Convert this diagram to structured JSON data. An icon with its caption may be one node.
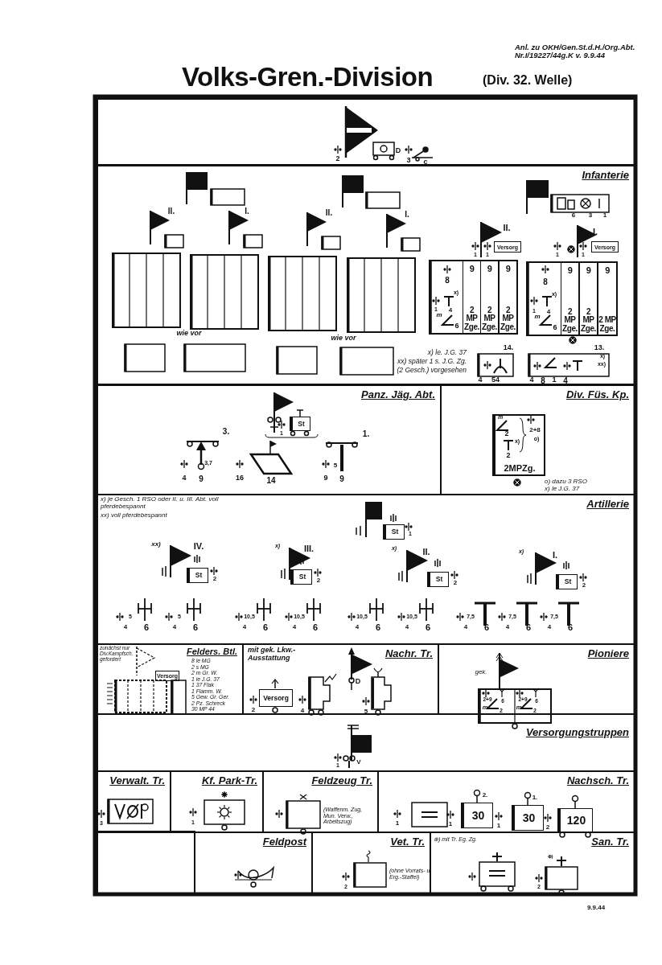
{
  "diagram": {
    "title": "Volks-Gren.-Division",
    "nodes": [
      {
        "text": [],
        "shape": "box"
      },
      {
        "text": [
          "Infanterie"
        ]
      },
      {
        "text": [
          "Panz. Jäg. Abt."
        ]
      },
      {
        "text": [
          "Div. Füs. Kp."
        ]
      },
      {
        "text": [
          "Artillerie"
        ]
      },
      {
        "text": [
          "Felders. Btl."
        ]
      },
      {
        "text": [
          "Nachr. Tr."
        ]
      },
      {
        "text": [
          "Pioniere"
        ]
      },
      {
        "text": [
          "Versorgungstruppen"
        ]
      },
      {
        "text": [
          "Verwalt. Tr."
        ],
        "in": 8
      },
      {
        "text": [
          "Kf. Park-Tr."
        ],
        "in": 8
      },
      {
        "text": [
          "Feldzeug Tr."
        ],
        "in": 8
      },
      {
        "text": [
          "Nachsch. Tr."
        ],
        "in": 8
      },
      {
        "text": [
          "Feldpost"
        ],
        "in": 8
      },
      {
        "text": [
          "Vet. Tr."
        ],
        "in": 8
      },
      {
        "text": [
          "San. Tr."
        ],
        "in": 8
      },
      {
        "text": [
          "Versorg"
        ],
        "in": 1
      },
      {
        "text": [
          "Versorg"
        ],
        "in": 1
      },
      {
        "text": [
          "9",
          "2 MP Zge."
        ],
        "in": 1
      },
      {
        "text": [
          "9",
          "2 MP Zge."
        ],
        "in": 1
      },
      {
        "text": [
          "9",
          "2 MP Zge."
        ],
        "in": 1
      },
      {
        "text": [
          "9",
          "2 MP Zge."
        ],
        "in": 1
      },
      {
        "text": [
          "9",
          "2 MP Zge."
        ],
        "in": 1
      },
      {
        "text": [
          "9",
          "2 MP Zge."
        ],
        "in": 1
      },
      {
        "text": [
          "St"
        ],
        "in": 2
      },
      {
        "text": [
          "2MPZg."
        ],
        "in": 3
      },
      {
        "text": [
          "St"
        ],
        "in": 4
      },
      {
        "text": [
          "St"
        ],
        "in": 4
      },
      {
        "text": [
          "St"
        ],
        "in": 4
      },
      {
        "text": [
          "St"
        ],
        "in": 4
      },
      {
        "text": [
          "St"
        ],
        "in": 4
      },
      {
        "text": [
          "Versorg"
        ],
        "in": 5
      },
      {
        "text": [
          "Versorg"
        ],
        "in": 6
      },
      {
        "text": [
          "30"
        ],
        "in": 12
      },
      {
        "text": [
          "30"
        ],
        "in": 12
      },
      {
        "text": [
          "120"
        ],
        "in": 12
      }
    ],
    "labels": [
      "Anl. zu OKH/Gen.St.d.H./Org.Abt. Nr.I/19227/44g.K v. 9.9.44",
      "(Div. 32. Welle)",
      "2",
      "D",
      "3",
      "c",
      "II.",
      "I.",
      "II.",
      "I.",
      "6",
      "3",
      "1",
      "II.",
      "I.",
      "1",
      "1",
      "1",
      "1",
      "8",
      "x)",
      "1",
      "4",
      "m",
      "6",
      "8",
      "x)",
      "1",
      "4",
      "m",
      "6",
      "wie vor",
      "wie vor",
      "14.",
      "13.",
      "x)",
      "xx)",
      "x) le. J.G. 37",
      "xx) später 1 s. J.G. Zg.",
      "(2 Gesch.) vorgesehen",
      "4",
      "54",
      "4",
      "8",
      "1",
      "4",
      "1",
      "3.",
      "1.",
      "3,7",
      "4",
      "9",
      "16",
      "14",
      "5",
      "9",
      "9",
      "m",
      "2",
      "2+8",
      "o)",
      "x)",
      "2",
      "o) dazu 3 RSO",
      "x) le J.G. 37",
      "x) je Gesch. 1 RSO oder II. u. III. Abt. voll pferdebespannt",
      "xx) voll pferdebespannt",
      "1",
      "xx)",
      "IV.",
      "2",
      "x)",
      "III.",
      "2",
      "x)",
      "II.",
      "2",
      "x)",
      "I.",
      "2",
      "5",
      "4",
      "6",
      "5",
      "4",
      "6",
      "10,5",
      "4",
      "6",
      "10,5",
      "4",
      "6",
      "10,5",
      "4",
      "6",
      "10,5",
      "4",
      "6",
      "7,5",
      "4",
      "6",
      "7,5",
      "4",
      "6",
      "7,5",
      "4",
      "6",
      "zunächst nur Div.Kampfsch. gefordert",
      "8 le MG",
      "2 s MG",
      "2 m Gr. W.",
      "1 le J.G. 37",
      "1 37 Flak",
      "1 Flamm. W.",
      "5 Gew. Gr. Ger.",
      "2 Pz. Schreck",
      "30 MP 44",
      "mit gek. Lkw.-Ausstattung",
      "D",
      "2",
      "4",
      "5",
      "gek.",
      "2+9",
      "6",
      "m",
      "2",
      "2+9",
      "6",
      "m",
      "2",
      "1",
      "V",
      "3",
      "1",
      "(Waffenm. Zug, Mun. Verw., Arbeitszug)",
      "1",
      "1",
      "2.",
      "1",
      "1.",
      "2",
      "⊕) mit Tr. Eg. Zg.",
      "2",
      "(ohne Vorrats- u. Erg.-Staffel)",
      "⊕)",
      "2",
      "9.9.44"
    ]
  }
}
